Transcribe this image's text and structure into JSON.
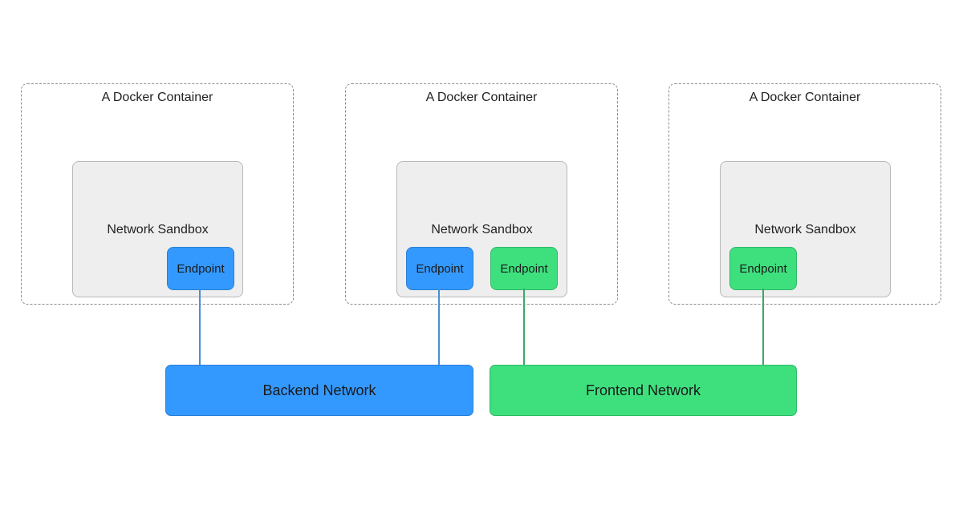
{
  "containers": [
    {
      "title": "A Docker Container",
      "sandbox": {
        "title": "Network Sandbox",
        "endpoints": [
          {
            "label": "Endpoint",
            "network": "backend"
          }
        ]
      }
    },
    {
      "title": "A Docker Container",
      "sandbox": {
        "title": "Network Sandbox",
        "endpoints": [
          {
            "label": "Endpoint",
            "network": "backend"
          },
          {
            "label": "Endpoint",
            "network": "frontend"
          }
        ]
      }
    },
    {
      "title": "A Docker Container",
      "sandbox": {
        "title": "Network Sandbox",
        "endpoints": [
          {
            "label": "Endpoint",
            "network": "frontend"
          }
        ]
      }
    }
  ],
  "networks": {
    "backend": {
      "label": "Backend Network",
      "color": "#3399ff"
    },
    "frontend": {
      "label": "Frontend Network",
      "color": "#3ee07e"
    }
  }
}
